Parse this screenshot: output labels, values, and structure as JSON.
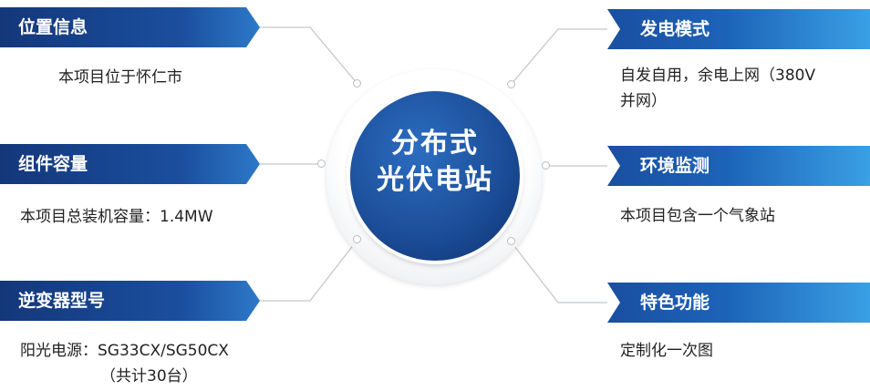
{
  "center": {
    "line1": "分布式",
    "line2": "光伏电站"
  },
  "left": [
    {
      "title": "位置信息",
      "body_lines": [
        "本项目位于怀仁市"
      ]
    },
    {
      "title": "组件容量",
      "body_lines": [
        "本项目总装机容量：1.4MW"
      ]
    },
    {
      "title": "逆变器型号",
      "body_lines": [
        "阳光电源：SG33CX/SG50CX",
        "（共计30台）"
      ]
    }
  ],
  "right": [
    {
      "title": "发电模式",
      "body_lines": [
        "自发自用，余电上网（380V",
        "并网）"
      ]
    },
    {
      "title": "环境监测",
      "body_lines": [
        "本项目包含一个气象站"
      ]
    },
    {
      "title": "特色功能",
      "body_lines": [
        "定制化一次图"
      ]
    }
  ],
  "colors": {
    "dark_blue": "#14377a",
    "mid_blue": "#1c63b8",
    "light_blue": "#3aa0e4",
    "connector_gray": "#c4c7cc"
  }
}
